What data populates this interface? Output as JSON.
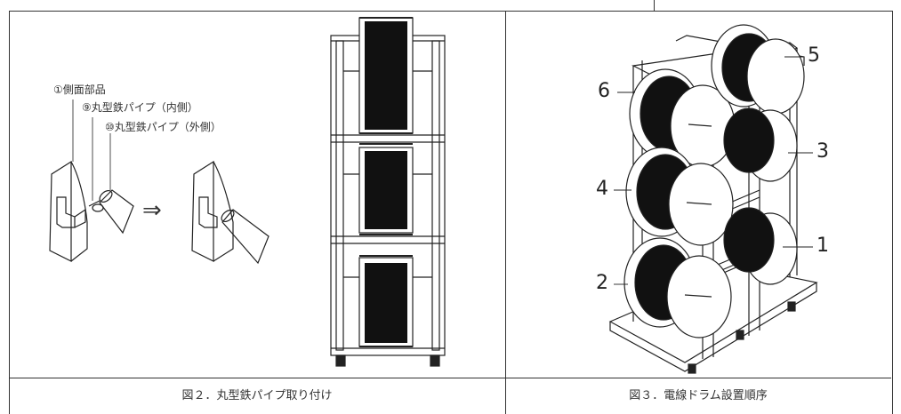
{
  "figure2": {
    "caption": "図２．丸型鉄パイプ取り付け",
    "labels": {
      "part1": "①側面部品",
      "part9": "⑨丸型鉄パイプ（内側）",
      "part10": "⑩丸型鉄パイプ（外側）"
    },
    "arrow": "⇒"
  },
  "figure3": {
    "caption": "図３．電線ドラム設置順序",
    "order_labels": [
      "1",
      "2",
      "3",
      "4",
      "5",
      "6"
    ]
  }
}
